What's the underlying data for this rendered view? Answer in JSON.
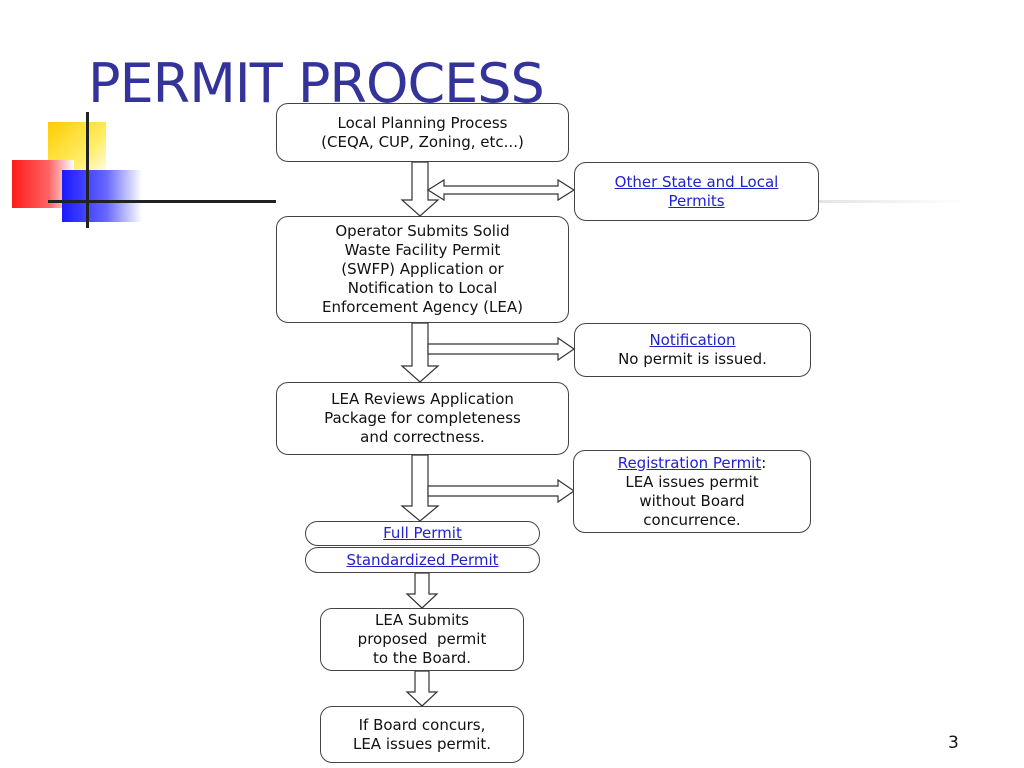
{
  "slide": {
    "title": "PERMIT PROCESS",
    "page_number": "3"
  },
  "colors": {
    "title": "#333399",
    "link": "#2222cc",
    "box_border": "#444444",
    "deco_yellow": "#ffcc00",
    "deco_red": "#ff1a1a",
    "deco_blue": "#1a1aff"
  },
  "flowchart": {
    "local_planning": {
      "line1": "Local Planning Process",
      "line2": "(CEQA, CUP, Zoning, etc...)"
    },
    "other_permits": {
      "line1": "Other State and Local",
      "line2": "Permits"
    },
    "operator_submits": {
      "line1": "Operator Submits Solid",
      "line2": "Waste Facility Permit",
      "line3": "(SWFP) Application or",
      "line4": "Notification to Local",
      "line5": "Enforcement Agency (LEA)"
    },
    "notification": {
      "link": "Notification",
      "line2": "No permit is issued."
    },
    "lea_reviews": {
      "line1": "LEA Reviews Application",
      "line2": "Package for completeness",
      "line3": "and correctness."
    },
    "registration": {
      "link": "Registration Permit",
      "line1_suffix": ":",
      "line2": "LEA issues permit",
      "line3": "without Board",
      "line4": "concurrence."
    },
    "full_permit": "Full Permit",
    "standardized_permit": "Standardized Permit",
    "lea_submits": {
      "line1": "LEA Submits",
      "line2": "proposed  permit",
      "line3": "to the Board."
    },
    "board_concurs": {
      "line1": "If Board concurs,",
      "line2": "LEA issues permit."
    }
  }
}
